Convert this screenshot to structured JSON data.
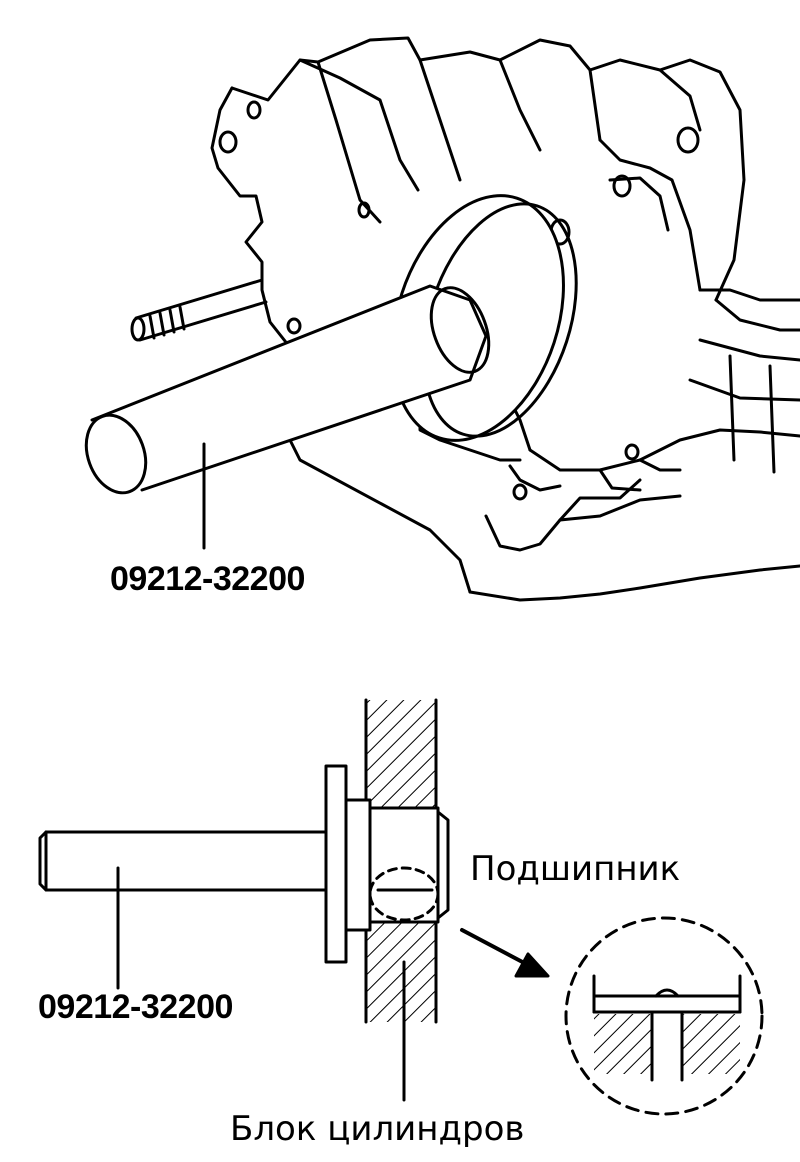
{
  "illustrations": {
    "top": {
      "tool_part_number": "09212-32200"
    },
    "bottom": {
      "tool_part_number": "09212-32200",
      "bearing_label": "Подшипник",
      "block_label": "Блок цилиндров"
    }
  },
  "colors": {
    "ink": "#000000",
    "paper": "#ffffff"
  }
}
